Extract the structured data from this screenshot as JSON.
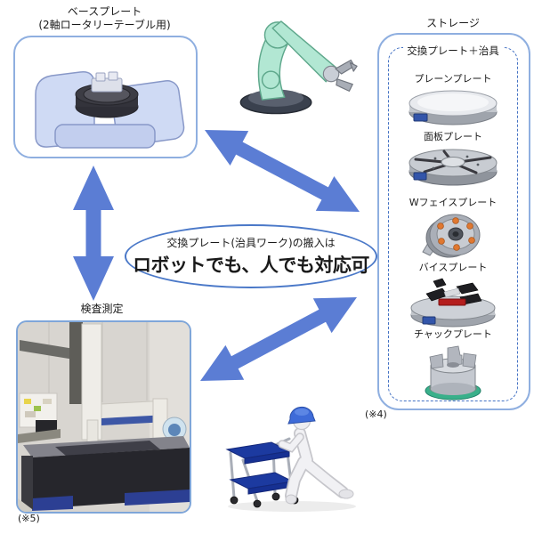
{
  "colors": {
    "arrow_blue": "#5B7DD4",
    "outer_border_blue": "#8FAFE0",
    "dashed_border_blue": "#4472C4",
    "photo_border_blue": "#7FA6D9"
  },
  "base_plate": {
    "title": "ベースプレート",
    "subtitle": "(2軸ロータリーテーブル用)"
  },
  "robot": {
    "name": "robot-arm-illustration"
  },
  "storage": {
    "title": "ストレージ",
    "subtitle": "交換プレート＋治具",
    "items": [
      {
        "label": "プレーンプレート",
        "image": "plain-plate"
      },
      {
        "label": "面板プレート",
        "image": "face-plate"
      },
      {
        "label": "Wフェイスプレート",
        "image": "w-face-plate"
      },
      {
        "label": "バイスプレート",
        "image": "vise-plate"
      },
      {
        "label": "チャックプレート",
        "image": "chuck-plate"
      }
    ],
    "footnote": "(※4)"
  },
  "callout": {
    "line1": "交換プレート(治具ワーク)の搬入は",
    "line2": "ロボットでも、人でも対応可"
  },
  "inspection": {
    "title": "検査測定",
    "footnote": "(※5)"
  },
  "worker": {
    "name": "worker-pushing-cart-illustration"
  }
}
